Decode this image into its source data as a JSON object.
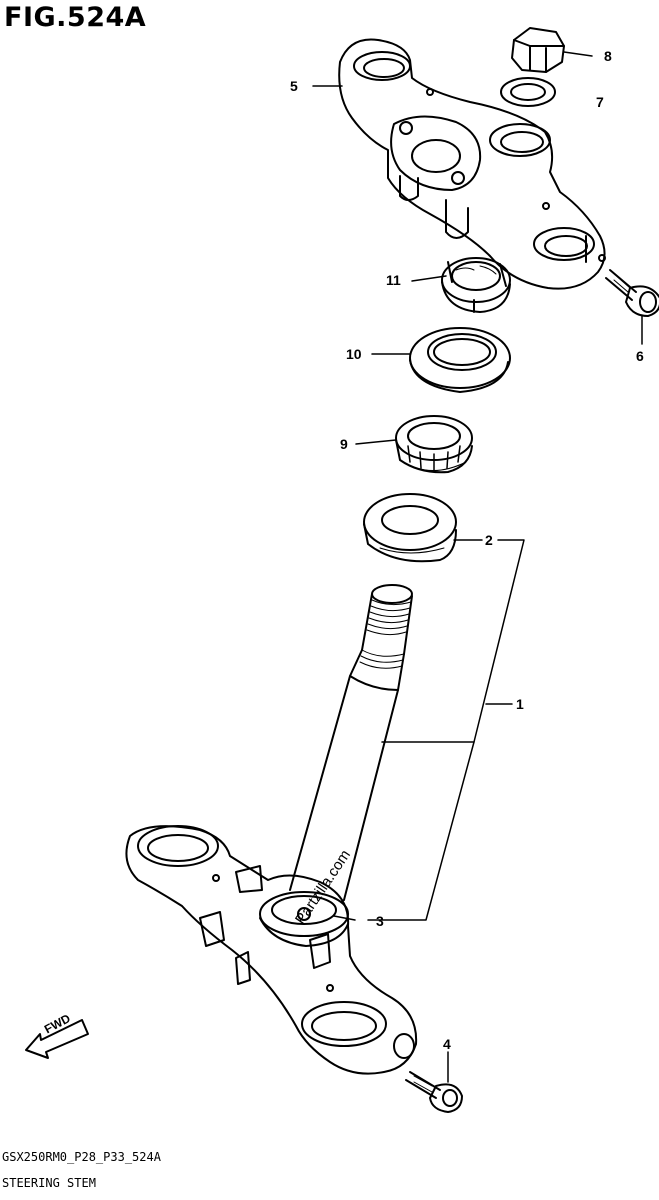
{
  "figure": {
    "title": "FIG.524A",
    "code": "GSX250RM0_P28_P33_524A",
    "caption": "STEERING STEM",
    "watermark": "Partzilla.com",
    "fwd_label": "FWD"
  },
  "callouts": [
    {
      "id": "1",
      "label": "1"
    },
    {
      "id": "2",
      "label": "2"
    },
    {
      "id": "3",
      "label": "3"
    },
    {
      "id": "4",
      "label": "4"
    },
    {
      "id": "5",
      "label": "5"
    },
    {
      "id": "6",
      "label": "6"
    },
    {
      "id": "7",
      "label": "7"
    },
    {
      "id": "8",
      "label": "8"
    },
    {
      "id": "9",
      "label": "9"
    },
    {
      "id": "10",
      "label": "10"
    },
    {
      "id": "11",
      "label": "11"
    }
  ]
}
